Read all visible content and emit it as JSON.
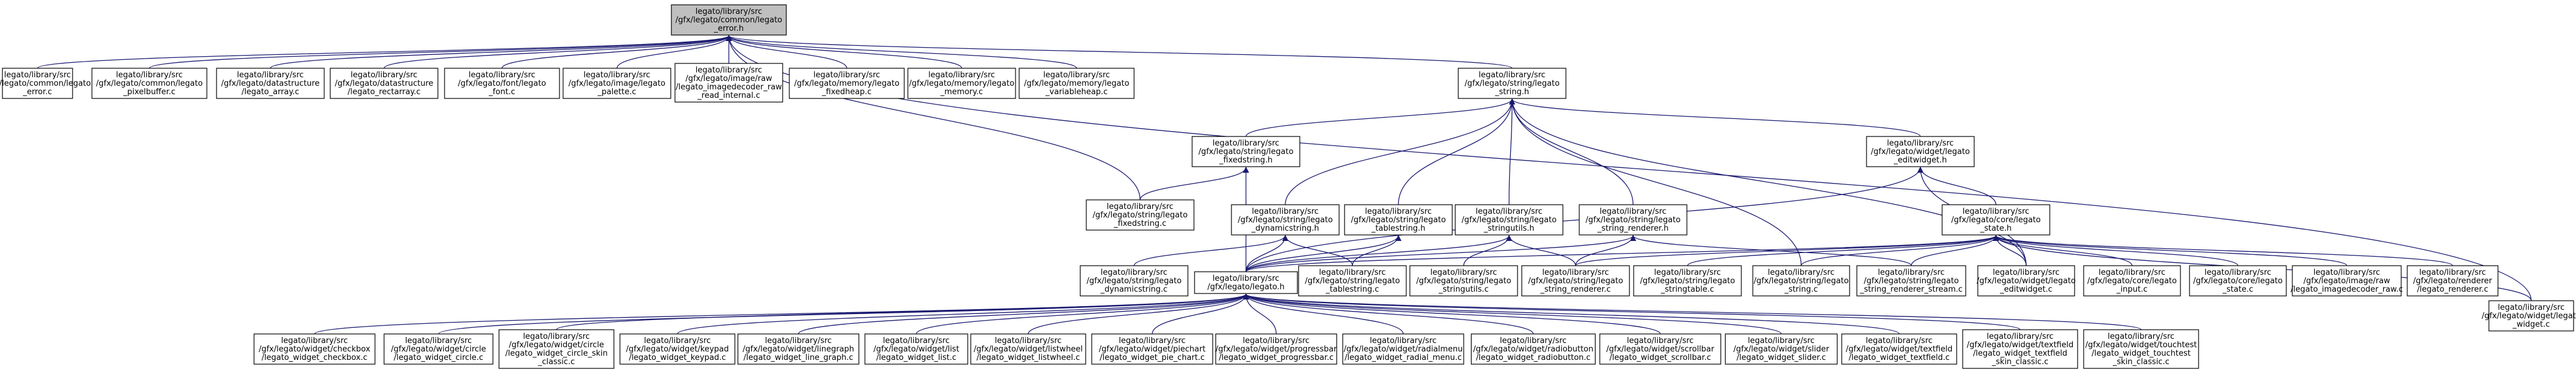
{
  "graph": {
    "root": "legato_error_h",
    "nodes": [
      {
        "id": "legato_error_h",
        "lines": [
          "legato/library/src",
          "/gfx/legato/common/legato",
          "_error.h"
        ],
        "root": true
      },
      {
        "id": "legato_error_c",
        "lines": [
          "legato/library/src",
          "/gfx/legato/common/legato",
          "_error.c"
        ]
      },
      {
        "id": "legato_pixelbuffer_c",
        "lines": [
          "legato/library/src",
          "/gfx/legato/common/legato",
          "_pixelbuffer.c"
        ]
      },
      {
        "id": "legato_array_c",
        "lines": [
          "legato/library/src",
          "/gfx/legato/datastructure",
          "/legato_array.c"
        ]
      },
      {
        "id": "legato_rectarray_c",
        "lines": [
          "legato/library/src",
          "/gfx/legato/datastructure",
          "/legato_rectarray.c"
        ]
      },
      {
        "id": "legato_font_c",
        "lines": [
          "legato/library/src",
          "/gfx/legato/font/legato",
          "_font.c"
        ]
      },
      {
        "id": "legato_palette_c",
        "lines": [
          "legato/library/src",
          "/gfx/legato/image/legato",
          "_palette.c"
        ]
      },
      {
        "id": "legato_imagedecoder_raw_read_internal_c",
        "lines": [
          "legato/library/src",
          "/gfx/legato/image/raw",
          "/legato_imagedecoder_raw",
          "_read_internal.c"
        ]
      },
      {
        "id": "legato_fixedheap_c",
        "lines": [
          "legato/library/src",
          "/gfx/legato/memory/legato",
          "_fixedheap.c"
        ]
      },
      {
        "id": "legato_memory_c",
        "lines": [
          "legato/library/src",
          "/gfx/legato/memory/legato",
          "_memory.c"
        ]
      },
      {
        "id": "legato_variableheap_c",
        "lines": [
          "legato/library/src",
          "/gfx/legato/memory/legato",
          "_variableheap.c"
        ]
      },
      {
        "id": "legato_string_h",
        "lines": [
          "legato/library/src",
          "/gfx/legato/string/legato",
          "_string.h"
        ]
      },
      {
        "id": "legato_widget_c",
        "lines": [
          "legato/library/src",
          "/gfx/legato/widget/legato",
          "_widget.c"
        ]
      },
      {
        "id": "legato_fixedstring_h",
        "lines": [
          "legato/library/src",
          "/gfx/legato/string/legato",
          "_fixedstring.h"
        ]
      },
      {
        "id": "legato_editwidget_h",
        "lines": [
          "legato/library/src",
          "/gfx/legato/widget/legato",
          "_editwidget.h"
        ]
      },
      {
        "id": "legato_fixedstring_c",
        "lines": [
          "legato/library/src",
          "/gfx/legato/string/legato",
          "_fixedstring.c"
        ]
      },
      {
        "id": "legato_dynamicstring_h",
        "lines": [
          "legato/library/src",
          "/gfx/legato/string/legato",
          "_dynamicstring.h"
        ]
      },
      {
        "id": "legato_tablestring_h",
        "lines": [
          "legato/library/src",
          "/gfx/legato/string/legato",
          "_tablestring.h"
        ]
      },
      {
        "id": "legato_stringutils_h",
        "lines": [
          "legato/library/src",
          "/gfx/legato/string/legato",
          "_stringutils.h"
        ]
      },
      {
        "id": "legato_string_renderer_h",
        "lines": [
          "legato/library/src",
          "/gfx/legato/string/legato",
          "_string_renderer.h"
        ]
      },
      {
        "id": "legato_state_h",
        "lines": [
          "legato/library/src",
          "/gfx/legato/core/legato",
          "_state.h"
        ]
      },
      {
        "id": "legato_dynamicstring_c",
        "lines": [
          "legato/library/src",
          "/gfx/legato/string/legato",
          "_dynamicstring.c"
        ]
      },
      {
        "id": "legato_h",
        "lines": [
          "legato/library/src",
          "/gfx/legato/legato.h"
        ]
      },
      {
        "id": "legato_tablestring_c",
        "lines": [
          "legato/library/src",
          "/gfx/legato/string/legato",
          "_tablestring.c"
        ]
      },
      {
        "id": "legato_stringutils_c",
        "lines": [
          "legato/library/src",
          "/gfx/legato/string/legato",
          "_stringutils.c"
        ]
      },
      {
        "id": "legato_string_renderer_c",
        "lines": [
          "legato/library/src",
          "/gfx/legato/string/legato",
          "_string_renderer.c"
        ]
      },
      {
        "id": "legato_stringtable_c",
        "lines": [
          "legato/library/src",
          "/gfx/legato/string/legato",
          "_stringtable.c"
        ]
      },
      {
        "id": "legato_string_c",
        "lines": [
          "legato/library/src",
          "/gfx/legato/string/legato",
          "_string.c"
        ]
      },
      {
        "id": "legato_string_renderer_stream_c",
        "lines": [
          "legato/library/src",
          "/gfx/legato/string/legato",
          "_string_renderer_stream.c"
        ]
      },
      {
        "id": "legato_editwidget_c",
        "lines": [
          "legato/library/src",
          "/gfx/legato/widget/legato",
          "_editwidget.c"
        ]
      },
      {
        "id": "legato_input_c",
        "lines": [
          "legato/library/src",
          "/gfx/legato/core/legato",
          "_input.c"
        ]
      },
      {
        "id": "legato_state_c",
        "lines": [
          "legato/library/src",
          "/gfx/legato/core/legato",
          "_state.c"
        ]
      },
      {
        "id": "legato_imagedecoder_raw_c",
        "lines": [
          "legato/library/src",
          "/gfx/legato/image/raw",
          "/legato_imagedecoder_raw.c"
        ]
      },
      {
        "id": "legato_renderer_c",
        "lines": [
          "legato/library/src",
          "/gfx/legato/renderer",
          "/legato_renderer.c"
        ]
      },
      {
        "id": "legato_widget_checkbox_c",
        "lines": [
          "legato/library/src",
          "/gfx/legato/widget/checkbox",
          "/legato_widget_checkbox.c"
        ]
      },
      {
        "id": "legato_widget_circle_c",
        "lines": [
          "legato/library/src",
          "/gfx/legato/widget/circle",
          "/legato_widget_circle.c"
        ]
      },
      {
        "id": "legato_widget_circle_skin_classic_c",
        "lines": [
          "legato/library/src",
          "/gfx/legato/widget/circle",
          "/legato_widget_circle_skin",
          "_classic.c"
        ]
      },
      {
        "id": "legato_widget_keypad_c",
        "lines": [
          "legato/library/src",
          "/gfx/legato/widget/keypad",
          "/legato_widget_keypad.c"
        ]
      },
      {
        "id": "legato_widget_line_graph_c",
        "lines": [
          "legato/library/src",
          "/gfx/legato/widget/linegraph",
          "/legato_widget_line_graph.c"
        ]
      },
      {
        "id": "legato_widget_list_c",
        "lines": [
          "legato/library/src",
          "/gfx/legato/widget/list",
          "/legato_widget_list.c"
        ]
      },
      {
        "id": "legato_widget_listwheel_c",
        "lines": [
          "legato/library/src",
          "/gfx/legato/widget/listwheel",
          "/legato_widget_listwheel.c"
        ]
      },
      {
        "id": "legato_widget_pie_chart_c",
        "lines": [
          "legato/library/src",
          "/gfx/legato/widget/piechart",
          "/legato_widget_pie_chart.c"
        ]
      },
      {
        "id": "legato_widget_progressbar_c",
        "lines": [
          "legato/library/src",
          "/gfx/legato/widget/progressbar",
          "/legato_widget_progressbar.c"
        ]
      },
      {
        "id": "legato_widget_radial_menu_c",
        "lines": [
          "legato/library/src",
          "/gfx/legato/widget/radialmenu",
          "/legato_widget_radial_menu.c"
        ]
      },
      {
        "id": "legato_widget_radiobutton_c",
        "lines": [
          "legato/library/src",
          "/gfx/legato/widget/radiobutton",
          "/legato_widget_radiobutton.c"
        ]
      },
      {
        "id": "legato_widget_scrollbar_c",
        "lines": [
          "legato/library/src",
          "/gfx/legato/widget/scrollbar",
          "/legato_widget_scrollbar.c"
        ]
      },
      {
        "id": "legato_widget_slider_c",
        "lines": [
          "legato/library/src",
          "/gfx/legato/widget/slider",
          "/legato_widget_slider.c"
        ]
      },
      {
        "id": "legato_widget_textfield_c",
        "lines": [
          "legato/library/src",
          "/gfx/legato/widget/textfield",
          "/legato_widget_textfield.c"
        ]
      },
      {
        "id": "legato_widget_textfield_skin_classic_c",
        "lines": [
          "legato/library/src",
          "/gfx/legato/widget/textfield",
          "/legato_widget_textfield",
          "_skin_classic.c"
        ]
      },
      {
        "id": "legato_widget_touchtest_skin_classic_c",
        "lines": [
          "legato/library/src",
          "/gfx/legato/widget/touchtest",
          "/legato_widget_touchtest",
          "_skin_classic.c"
        ]
      }
    ],
    "edges": [
      [
        "legato_error_c",
        "legato_error_h"
      ],
      [
        "legato_pixelbuffer_c",
        "legato_error_h"
      ],
      [
        "legato_array_c",
        "legato_error_h"
      ],
      [
        "legato_rectarray_c",
        "legato_error_h"
      ],
      [
        "legato_font_c",
        "legato_error_h"
      ],
      [
        "legato_palette_c",
        "legato_error_h"
      ],
      [
        "legato_imagedecoder_raw_read_internal_c",
        "legato_error_h"
      ],
      [
        "legato_fixedheap_c",
        "legato_error_h"
      ],
      [
        "legato_memory_c",
        "legato_error_h"
      ],
      [
        "legato_variableheap_c",
        "legato_error_h"
      ],
      [
        "legato_string_h",
        "legato_error_h"
      ],
      [
        "legato_widget_c",
        "legato_error_h"
      ],
      [
        "legato_fixedstring_c",
        "legato_error_h"
      ],
      [
        "legato_fixedstring_h",
        "legato_string_h"
      ],
      [
        "legato_editwidget_h",
        "legato_string_h"
      ],
      [
        "legato_dynamicstring_h",
        "legato_string_h"
      ],
      [
        "legato_tablestring_h",
        "legato_string_h"
      ],
      [
        "legato_stringutils_h",
        "legato_string_h"
      ],
      [
        "legato_string_renderer_h",
        "legato_string_h"
      ],
      [
        "legato_string_c",
        "legato_string_h"
      ],
      [
        "legato_editwidget_c",
        "legato_string_h"
      ],
      [
        "legato_fixedstring_c",
        "legato_fixedstring_h"
      ],
      [
        "legato_h",
        "legato_fixedstring_h"
      ],
      [
        "legato_h",
        "legato_editwidget_h"
      ],
      [
        "legato_state_h",
        "legato_editwidget_h"
      ],
      [
        "legato_editwidget_c",
        "legato_editwidget_h"
      ],
      [
        "legato_dynamicstring_c",
        "legato_dynamicstring_h"
      ],
      [
        "legato_h",
        "legato_dynamicstring_h"
      ],
      [
        "legato_tablestring_c",
        "legato_dynamicstring_h"
      ],
      [
        "legato_h",
        "legato_tablestring_h"
      ],
      [
        "legato_tablestring_c",
        "legato_tablestring_h"
      ],
      [
        "legato_h",
        "legato_stringutils_h"
      ],
      [
        "legato_stringutils_c",
        "legato_stringutils_h"
      ],
      [
        "legato_string_renderer_c",
        "legato_stringutils_h"
      ],
      [
        "legato_h",
        "legato_string_renderer_h"
      ],
      [
        "legato_string_renderer_c",
        "legato_string_renderer_h"
      ],
      [
        "legato_string_renderer_stream_c",
        "legato_string_renderer_h"
      ],
      [
        "legato_h",
        "legato_state_h"
      ],
      [
        "legato_stringtable_c",
        "legato_state_h"
      ],
      [
        "legato_string_c",
        "legato_state_h"
      ],
      [
        "legato_string_renderer_stream_c",
        "legato_state_h"
      ],
      [
        "legato_editwidget_c",
        "legato_state_h"
      ],
      [
        "legato_input_c",
        "legato_state_h"
      ],
      [
        "legato_state_c",
        "legato_state_h"
      ],
      [
        "legato_imagedecoder_raw_c",
        "legato_state_h"
      ],
      [
        "legato_renderer_c",
        "legato_state_h"
      ],
      [
        "legato_widget_c",
        "legato_state_h"
      ],
      [
        "legato_string_renderer_c",
        "legato_state_h"
      ],
      [
        "legato_widget_checkbox_c",
        "legato_h"
      ],
      [
        "legato_widget_circle_c",
        "legato_h"
      ],
      [
        "legato_widget_circle_skin_classic_c",
        "legato_h"
      ],
      [
        "legato_widget_keypad_c",
        "legato_h"
      ],
      [
        "legato_widget_line_graph_c",
        "legato_h"
      ],
      [
        "legato_widget_list_c",
        "legato_h"
      ],
      [
        "legato_widget_listwheel_c",
        "legato_h"
      ],
      [
        "legato_widget_pie_chart_c",
        "legato_h"
      ],
      [
        "legato_widget_progressbar_c",
        "legato_h"
      ],
      [
        "legato_widget_radial_menu_c",
        "legato_h"
      ],
      [
        "legato_widget_radiobutton_c",
        "legato_h"
      ],
      [
        "legato_widget_scrollbar_c",
        "legato_h"
      ],
      [
        "legato_widget_slider_c",
        "legato_h"
      ],
      [
        "legato_widget_textfield_c",
        "legato_h"
      ],
      [
        "legato_widget_textfield_skin_classic_c",
        "legato_h"
      ],
      [
        "legato_widget_touchtest_skin_classic_c",
        "legato_h"
      ]
    ]
  }
}
